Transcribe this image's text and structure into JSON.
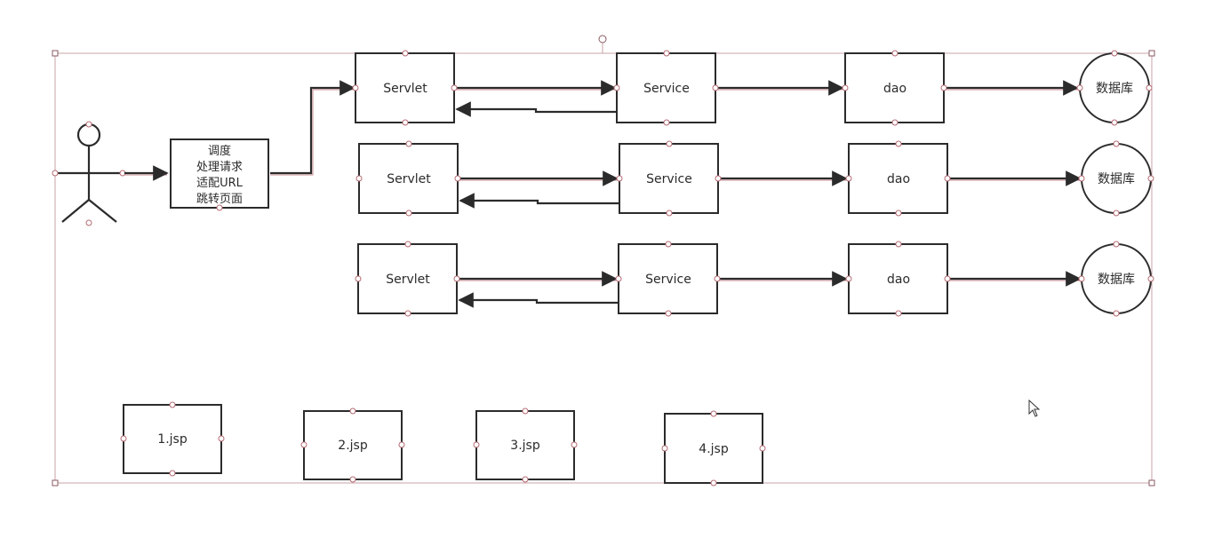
{
  "diagram": {
    "dispatcher": {
      "lines": [
        "调度",
        "处理请求",
        "适配URL",
        "跳转页面"
      ]
    },
    "rows": [
      {
        "servlet": "Servlet",
        "service": "Service",
        "dao": "dao",
        "db": "数据库"
      },
      {
        "servlet": "Servlet",
        "service": "Service",
        "dao": "dao",
        "db": "数据库"
      },
      {
        "servlet": "Servlet",
        "service": "Service",
        "dao": "dao",
        "db": "数据库"
      }
    ],
    "pages": [
      "1.jsp",
      "2.jsp",
      "3.jsp",
      "4.jsp"
    ]
  }
}
